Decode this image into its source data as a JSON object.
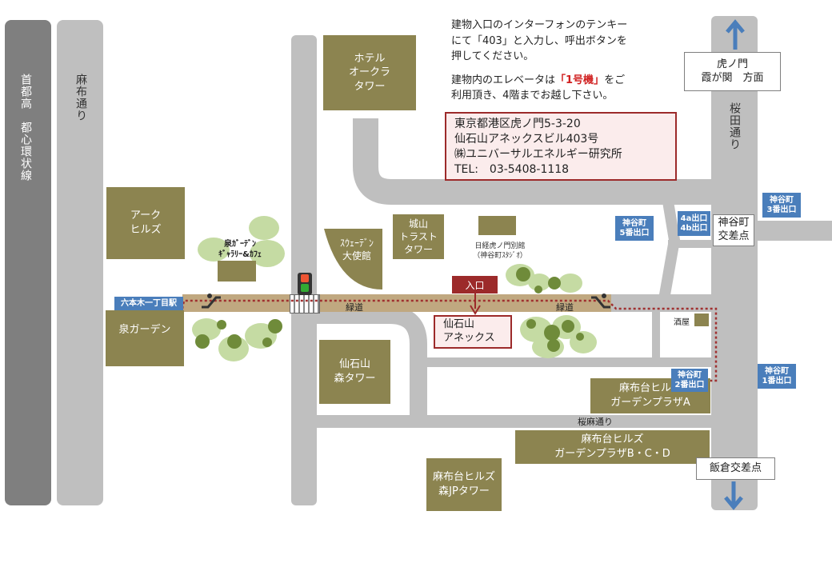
{
  "colors": {
    "road": "#bfbfbf",
    "expressway": "#7f7f7f",
    "building": "#8c8450",
    "station_tag": "#4a7ebb",
    "path": "#c0a880",
    "route": "#a03030",
    "entrance": "#9c2a2a"
  },
  "roads": {
    "shuto": "首都高　都心環状線",
    "azabu": "麻布通り",
    "sakurada": "桜田通り",
    "sakuraasa": "桜麻通り",
    "ryokudo_left": "緑道",
    "ryokudo_right": "緑道"
  },
  "directions": {
    "north": "虎ノ門\n霞が関　方面",
    "kamiyacho_crossing": "神谷町\n交差点",
    "iikura_crossing": "飯倉交差点"
  },
  "buildings": {
    "hotel_okura": "ホテル\nオークラ\nタワー",
    "ark_hills": "アーク\nヒルズ",
    "sweden_embassy": "ｽｳｪｰﾃﾞﾝ\n大使館",
    "shiroyama_trust": "城山\nトラスト\nタワー",
    "izumi_garden": "泉ガーデン",
    "sengokuyama_mori": "仙石山\n森タワー",
    "azabudai_a": "麻布台ヒルズ\nガーデンプラザA",
    "azabudai_bcd": "麻布台ヒルズ\nガーデンプラザB・C・D",
    "azabudai_mori_jp": "麻布台ヒルズ\n森JPタワー",
    "sengokuyama_annex": "仙石山\nアネックス"
  },
  "labels": {
    "izumi_gallery": "泉ｶﾞｰﾃﾞﾝ\nｷﾞｬﾗﾘｰ&ｶﾌｪ",
    "nikkei": "日経虎ノ門別館\n（神谷町ｽﾀｼﾞｵ）",
    "liquor": "酒屋",
    "entrance": "入口"
  },
  "stations": {
    "roppongi_1": "六本木一丁目駅",
    "kamiyacho_5": "神谷町\n5番出口",
    "kamiyacho_4ab": "4a出口\n4b出口",
    "kamiyacho_3": "神谷町\n3番出口",
    "kamiyacho_2": "神谷町\n2番出口",
    "kamiyacho_1": "神谷町\n1番出口"
  },
  "instructions": {
    "line1": "建物入口のインターフォンのテンキー",
    "line2": "にて「403」と入力し、呼出ボタンを",
    "line3": "押してください。",
    "line4_pre": "建物内のエレベータは",
    "line4_em": "「1号機」",
    "line4_post": "をご",
    "line5": "利用頂き、4階までお越し下さい。"
  },
  "address": {
    "addr": "東京都港区虎ノ門5-3-20",
    "building": "仙石山アネックスビル403号",
    "company": "㈱ユニバーサルエネルギー研究所",
    "tel": "TEL:　03-5408-1118"
  }
}
